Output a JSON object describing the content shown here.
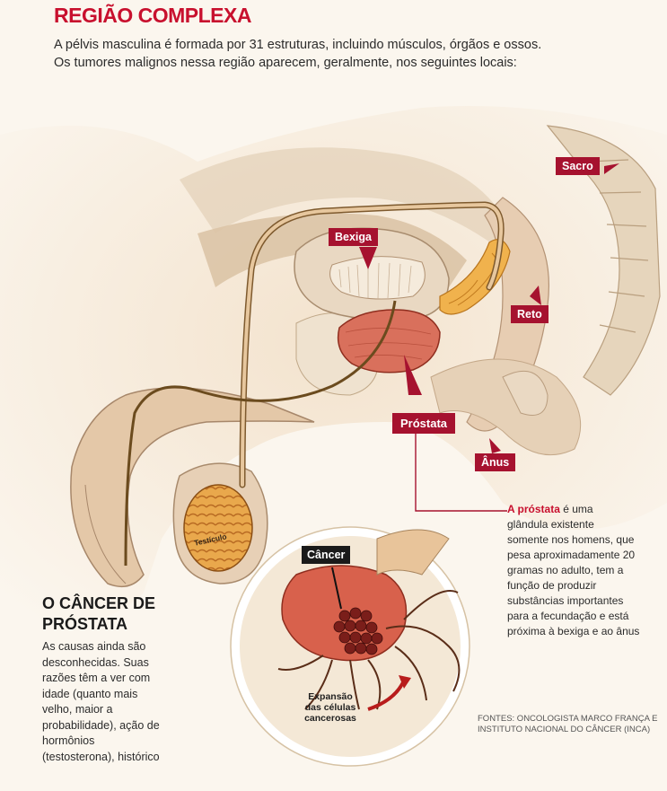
{
  "header": {
    "title": "REGIÃO COMPLEXA",
    "intro_lines": [
      "A pélvis masculina é formada por 31 estruturas, incluindo músculos, órgãos e ossos.",
      "Os tumores malignos nessa região aparecem, geralmente, nos seguintes locais:"
    ]
  },
  "labels": {
    "sacro": "Sacro",
    "bexiga": "Bexiga",
    "reto": "Reto",
    "prostata": "Próstata",
    "anus": "Ânus",
    "testiculo": "Testículo",
    "cancer": "Câncer"
  },
  "prostate_note": {
    "lead": "A próstata",
    "lines": [
      "é uma",
      "glândula existente",
      "somente nos homens, que",
      "pesa aproximadamente 20",
      "gramas no adulto, tem a",
      "função de produzir",
      "substâncias importantes",
      "para a fecundação e está",
      "próxima à bexiga e ao ânus"
    ]
  },
  "cancer_section": {
    "title_lines": [
      "O CÂNCER DE",
      "PRÓSTATA"
    ],
    "body_lines": [
      "As causas ainda são",
      "desconhecidas. Suas",
      "razões têm a ver com",
      "idade (quanto mais",
      "velho, maior a",
      "probabilidade), ação de",
      "hormônios",
      "(testosterona), histórico"
    ]
  },
  "inset": {
    "expansion_lines": [
      "Expansão",
      "das células",
      "cancerosas"
    ]
  },
  "sources": {
    "lines": [
      "FONTES: ONCOLOGISTA MARCO FRANÇA E",
      "INSTITUTO NACIONAL DO CÂNCER (INCA)"
    ]
  },
  "colors": {
    "title_red": "#c8102e",
    "tag_red": "#a6122f",
    "flesh": "#e8cdb0",
    "prostate": "#d9705c"
  }
}
